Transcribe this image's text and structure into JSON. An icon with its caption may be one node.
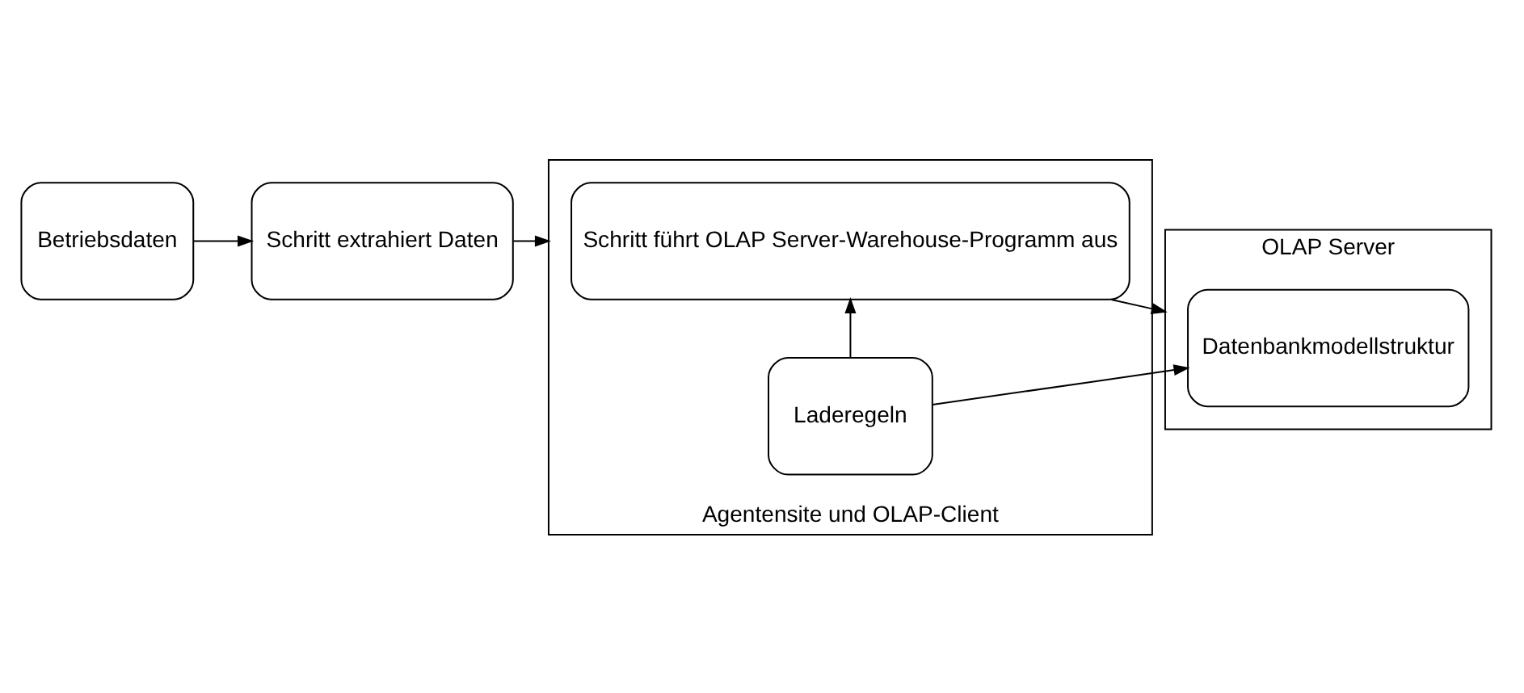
{
  "diagram": {
    "nodes": [
      {
        "text": [
          "Betriebsdaten"
        ]
      },
      {
        "text": [
          "Schritt extrahiert Daten"
        ]
      },
      {
        "text": [
          "Agentensite und OLAP-Client"
        ]
      },
      {
        "text": [
          "Schritt führt OLAP Server-Warehouse-Programm aus"
        ],
        "in": 2
      },
      {
        "text": [
          "Laderegeln"
        ],
        "in": 2
      },
      {
        "text": [
          "OLAP Server"
        ]
      },
      {
        "text": [
          "Datenbankmodellstruktur"
        ],
        "in": 5
      }
    ],
    "edges": [
      {
        "from": 0,
        "to": 1,
        "arrow": "to"
      },
      {
        "from": 1,
        "to": 2,
        "arrow": "to"
      },
      {
        "from": 3,
        "to": 5,
        "arrow": "to"
      },
      {
        "from": 4,
        "to": 3,
        "arrow": "to"
      },
      {
        "from": 4,
        "to": 6,
        "arrow": "to"
      }
    ]
  }
}
